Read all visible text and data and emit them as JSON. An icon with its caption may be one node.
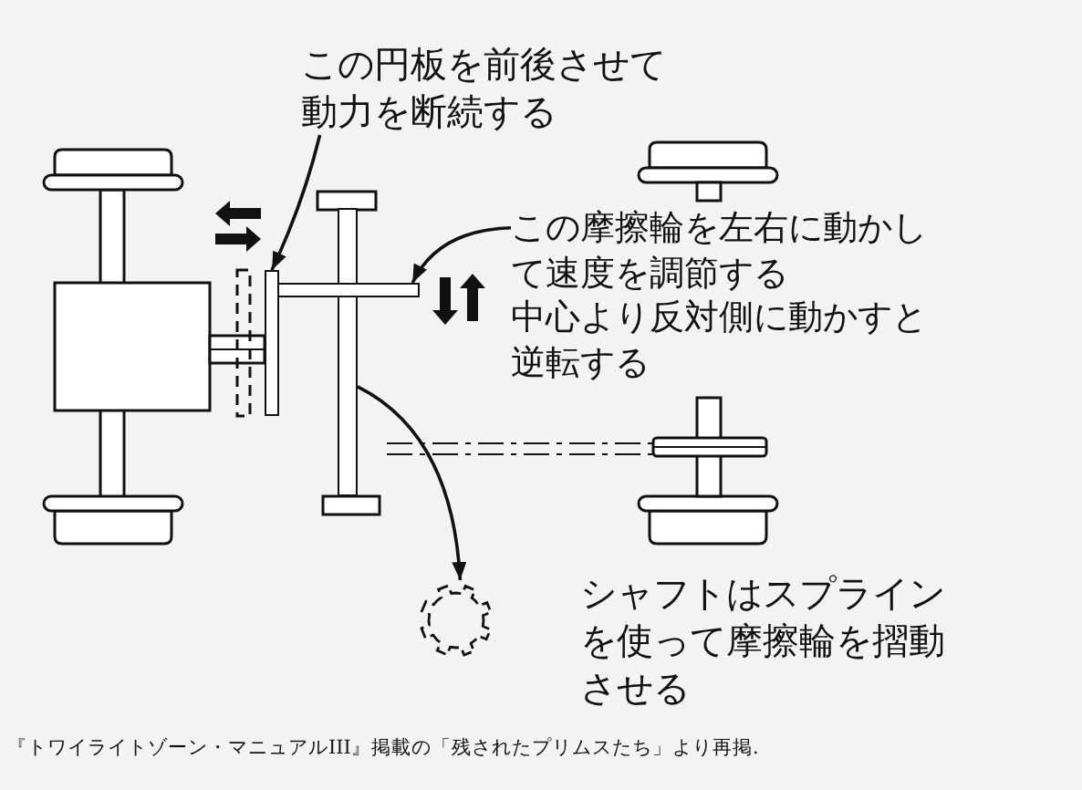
{
  "diagram": {
    "caption": "『トワイライトゾーン・マニュアルIII』掲載の「残されたプリムスたち」より再掲.",
    "nodes": [
      {
        "text": [
          "この円板を前後させて動力を断続する"
        ]
      },
      {
        "text": [],
        "shape": "bar"
      },
      {
        "text": [
          "この摩擦輪を左右に動かして速度を調節する",
          "中心より反対側に動かすと逆転する"
        ]
      },
      {
        "text": [],
        "shape": "bar"
      },
      {
        "text": [],
        "shape": "bar"
      },
      {
        "text": [],
        "shape": "gear",
        "beside": [
          "シャフトはスプラインを使って摩擦輪を摺動させる"
        ]
      }
    ],
    "edges": [
      {
        "from": 0,
        "to": 1,
        "arrow": "to"
      },
      {
        "from": 2,
        "to": 3,
        "arrow": "to"
      },
      {
        "from": 4,
        "to": 5,
        "arrow": "to"
      }
    ]
  }
}
